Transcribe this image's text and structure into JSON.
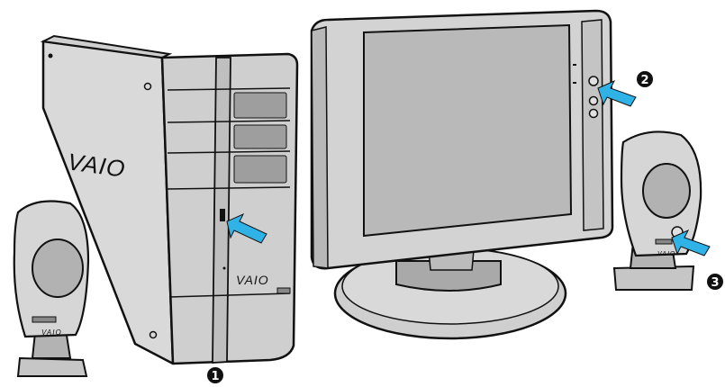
{
  "colors": {
    "outline": "#111111",
    "body_light": "#d8d8d8",
    "body_mid": "#bdbdbd",
    "body_dark": "#9a9a9a",
    "screen": "#b9b9b9",
    "arrow": "#2fb3e6",
    "callout_bg": "#111111",
    "callout_text": "#ffffff"
  },
  "branding": {
    "tower_side_logo": "VAIO",
    "tower_front_logo": "VAIO",
    "speaker_logo": "VAIO"
  },
  "callouts": [
    {
      "number": "1",
      "target": "tower-power-button"
    },
    {
      "number": "2",
      "target": "monitor-power-button"
    },
    {
      "number": "3",
      "target": "speaker-power-switch"
    }
  ],
  "icons": [
    "arrow-icon",
    "vaio-logo-icon"
  ]
}
